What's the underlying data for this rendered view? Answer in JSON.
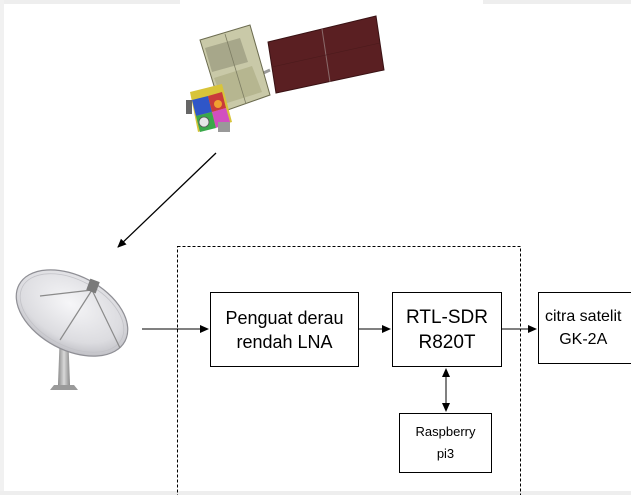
{
  "diagram": {
    "nodes": {
      "lna": {
        "label": "Penguat derau\nrendah LNA"
      },
      "rtl_sdr": {
        "label": "RTL-SDR\nR820T"
      },
      "output": {
        "label": "citra satelit\nGK-2A"
      },
      "raspberry": {
        "label": "Raspberry\npi3"
      }
    },
    "edges": [
      {
        "from": "satellite",
        "to": "dish",
        "style": "arrow"
      },
      {
        "from": "dish",
        "to": "lna",
        "style": "arrow"
      },
      {
        "from": "lna",
        "to": "rtl_sdr",
        "style": "arrow"
      },
      {
        "from": "rtl_sdr",
        "to": "output",
        "style": "arrow"
      },
      {
        "from": "rtl_sdr",
        "to": "raspberry",
        "style": "double-arrow"
      }
    ],
    "group": {
      "style": "dashed",
      "contains": [
        "lna",
        "rtl_sdr",
        "raspberry"
      ]
    }
  },
  "icons": {
    "satellite": "satellite-illustration",
    "dish": "satellite-dish-antenna"
  },
  "colors": {
    "solar_panel": "#5a1f22",
    "satellite_body": "#c9c9a8",
    "dish": "#e6e6ea",
    "line": "#000000"
  }
}
